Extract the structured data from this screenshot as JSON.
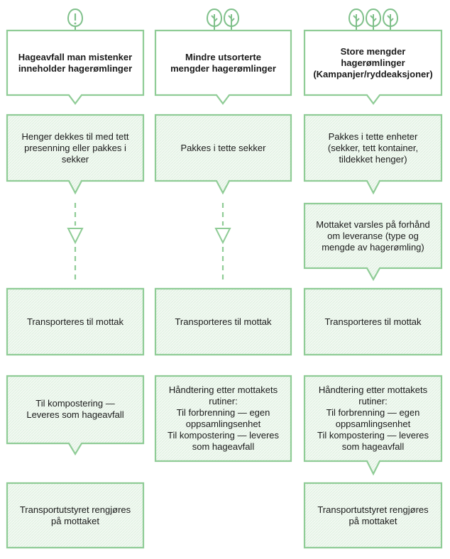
{
  "columns": [
    {
      "category_icon": "exclamation-tree-icon",
      "tree_count": 1,
      "header": "Hageavfall man mistenker\ninneholder hagerømlinger",
      "steps": [
        "Henger dekkes til med tett\npresenning eller pakkes i\nsekker",
        "Transporteres til mottak",
        "Til kompostering —\nLeveres som hageavfall",
        "Transportutstyret rengjøres\npå mottaket"
      ]
    },
    {
      "category_icon": "tree-icon",
      "tree_count": 2,
      "header": "Mindre  utsorterte\nmengder hagerømlinger",
      "steps": [
        "Pakkes i tette sekker",
        "Transporteres til mottak",
        "Håndtering etter mottakets\nrutiner:\nTil forbrenning — egen\noppsamlingsenhet\nTil kompostering — leveres\nsom hageavfall"
      ]
    },
    {
      "category_icon": "tree-icon",
      "tree_count": 3,
      "header": "Store mengder\nhagerømlinger\n(Kampanjer/ryddeaksjoner)",
      "steps": [
        "Pakkes  i tette enheter\n(sekker, tett kontainer,\ntildekket henger)",
        "Mottaket varsles på forhånd\nom leveranse (type og\nmengde av hagerømling)",
        "Transporteres til mottak",
        "Håndtering etter mottakets\nrutiner:\nTil forbrenning — egen\noppsamlingsenhet\nTil kompostering — leveres\nsom hageavfall",
        "Transportutstyret rengjøres\npå mottaket"
      ]
    }
  ],
  "colors": {
    "stroke": "#8fcc96",
    "fill": "#f0f8f0",
    "hatch": "#d9ecdc",
    "icon": "#7fc08a"
  }
}
